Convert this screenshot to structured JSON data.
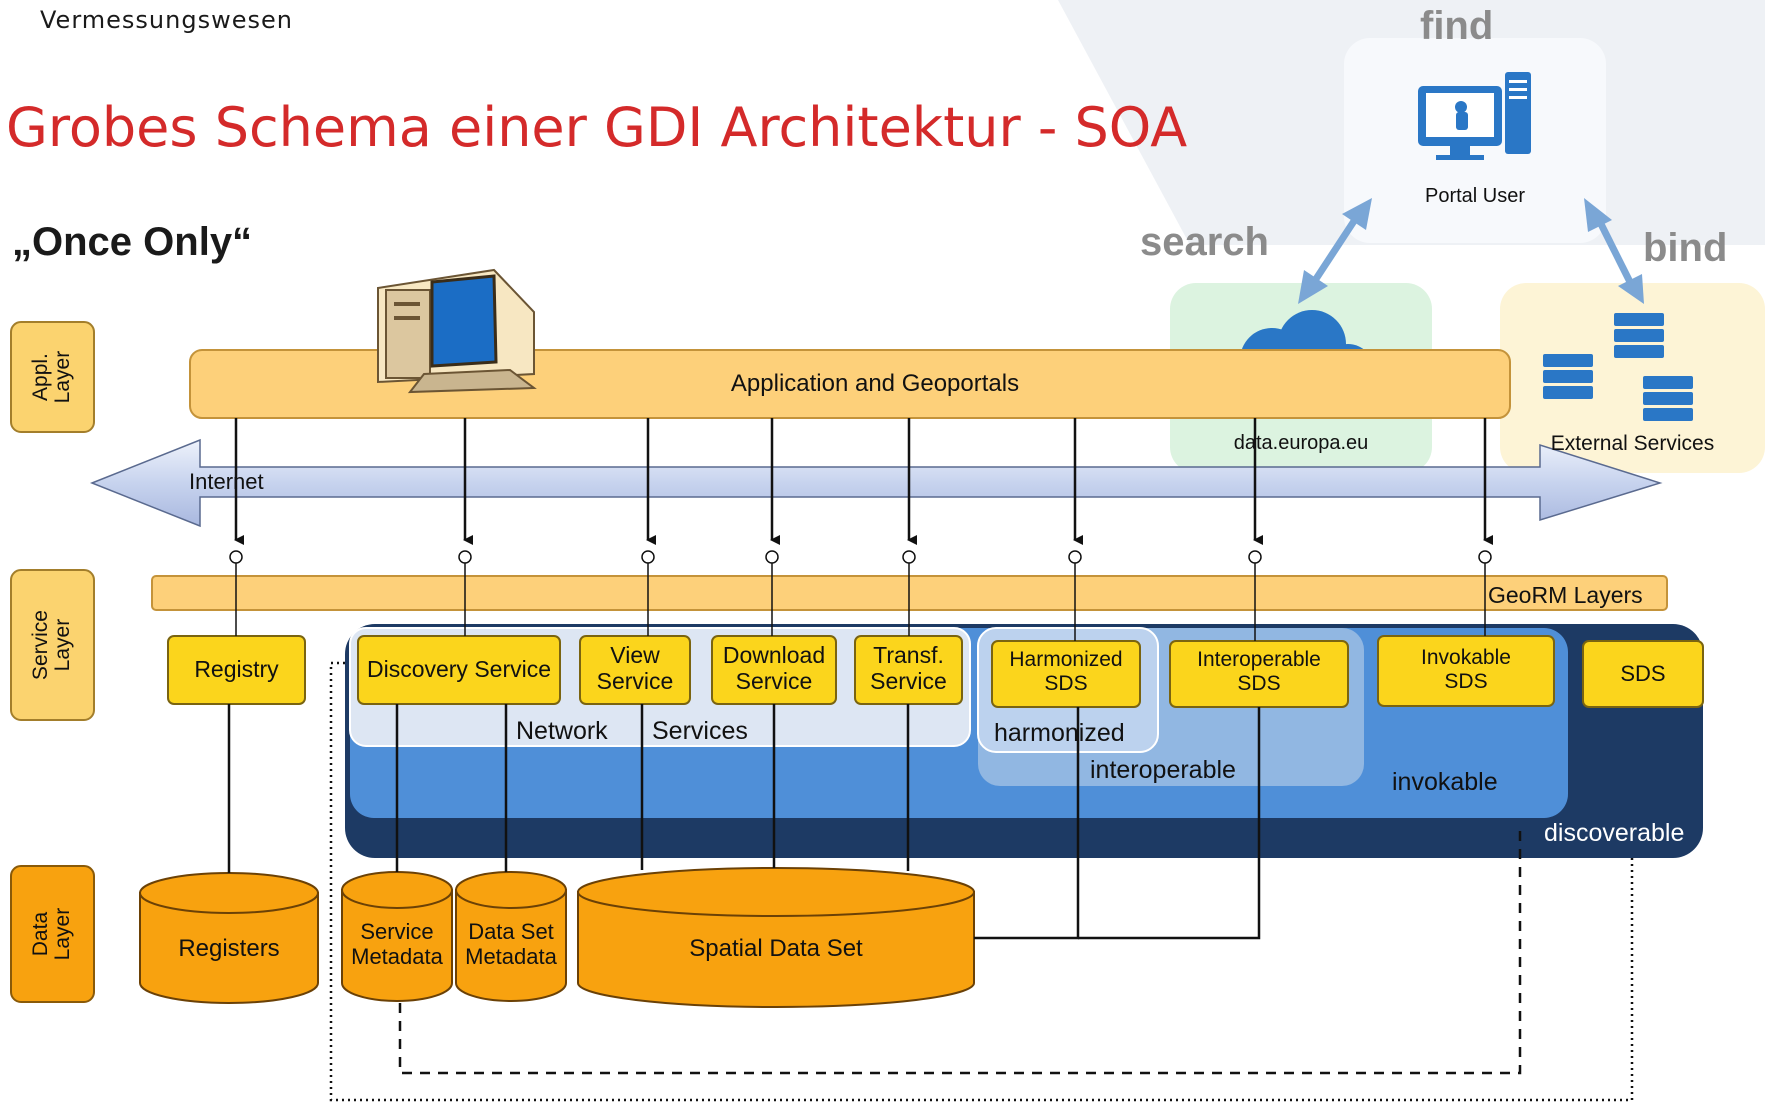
{
  "header": {
    "organization": "Vermessungswesen",
    "title": "Grobes Schema einer GDI Architektur - SOA",
    "subtitle": "„Once Only“"
  },
  "soa_roles": {
    "find": "find",
    "search": "search",
    "bind": "bind",
    "portal_user": "Portal User",
    "data_portal": "data.europa.eu",
    "external_services": "External Services"
  },
  "layers": {
    "application": [
      "Appl.",
      "Layer"
    ],
    "service": [
      "Service",
      "Layer"
    ],
    "data": [
      "Data",
      "Layer"
    ]
  },
  "application_layer": {
    "bar_label": "Application and Geoportals",
    "internet_label": "Internet"
  },
  "service_layer": {
    "georm_label": "GeoRM Layers",
    "registry": "Registry",
    "discovery_service": "Discovery  Service",
    "view_service": [
      "View",
      "Service"
    ],
    "download_service": [
      "Download",
      "Service"
    ],
    "transf_service": [
      "Transf.",
      "Service"
    ],
    "harmonized_sds": [
      "Harmonized",
      "SDS"
    ],
    "interoperable_sds": [
      "Interoperable",
      "SDS"
    ],
    "invokable_sds": [
      "Invokable",
      "SDS"
    ],
    "sds": "SDS",
    "network_label": "Network",
    "services_label": "Services",
    "harmonized_label": "harmonized",
    "interoperable_label": "interoperable",
    "invokable_label": "invokable",
    "discoverable_label": "discoverable"
  },
  "data_layer": {
    "registers": "Registers",
    "service_metadata": [
      "Service",
      "Metadata"
    ],
    "data_set_metadata": [
      "Data Set",
      "Metadata"
    ],
    "spatial_data_set": "Spatial Data Set"
  },
  "colors": {
    "title_red": "#d42a2a",
    "light_orange": "#fdd07a",
    "orange": "#f8a20f",
    "yellow": "#fbd51c",
    "navy": "#1d3a64",
    "mid_blue": "#4f8fd8",
    "light_blue": "#91b7e2",
    "pale_blue": "#dde6f3"
  }
}
